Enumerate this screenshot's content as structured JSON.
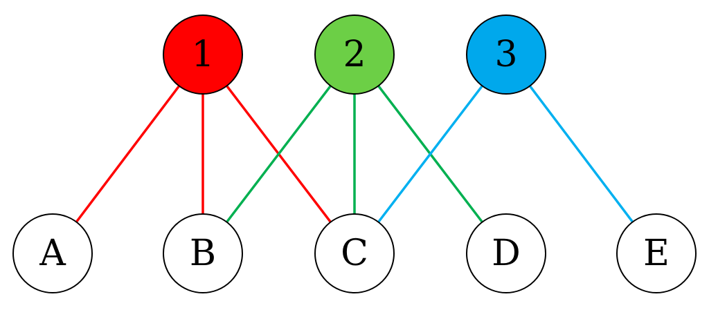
{
  "diagram": {
    "top_nodes": [
      {
        "id": "1",
        "label": "1",
        "fill": "#FF0000"
      },
      {
        "id": "2",
        "label": "2",
        "fill": "#6CCF46"
      },
      {
        "id": "3",
        "label": "3",
        "fill": "#00A8EC"
      }
    ],
    "bottom_nodes": [
      {
        "id": "A",
        "label": "A",
        "fill": "#FFFFFF"
      },
      {
        "id": "B",
        "label": "B",
        "fill": "#FFFFFF"
      },
      {
        "id": "C",
        "label": "C",
        "fill": "#FFFFFF"
      },
      {
        "id": "D",
        "label": "D",
        "fill": "#FFFFFF"
      },
      {
        "id": "E",
        "label": "E",
        "fill": "#FFFFFF"
      }
    ],
    "edges": [
      {
        "from": "1",
        "to": "A",
        "color": "#FF0000"
      },
      {
        "from": "1",
        "to": "B",
        "color": "#FF0000"
      },
      {
        "from": "1",
        "to": "C",
        "color": "#FF0000"
      },
      {
        "from": "2",
        "to": "B",
        "color": "#00B050"
      },
      {
        "from": "2",
        "to": "C",
        "color": "#00B050"
      },
      {
        "from": "2",
        "to": "D",
        "color": "#00B050"
      },
      {
        "from": "3",
        "to": "C",
        "color": "#00B0F0"
      },
      {
        "from": "3",
        "to": "E",
        "color": "#00B0F0"
      }
    ]
  }
}
